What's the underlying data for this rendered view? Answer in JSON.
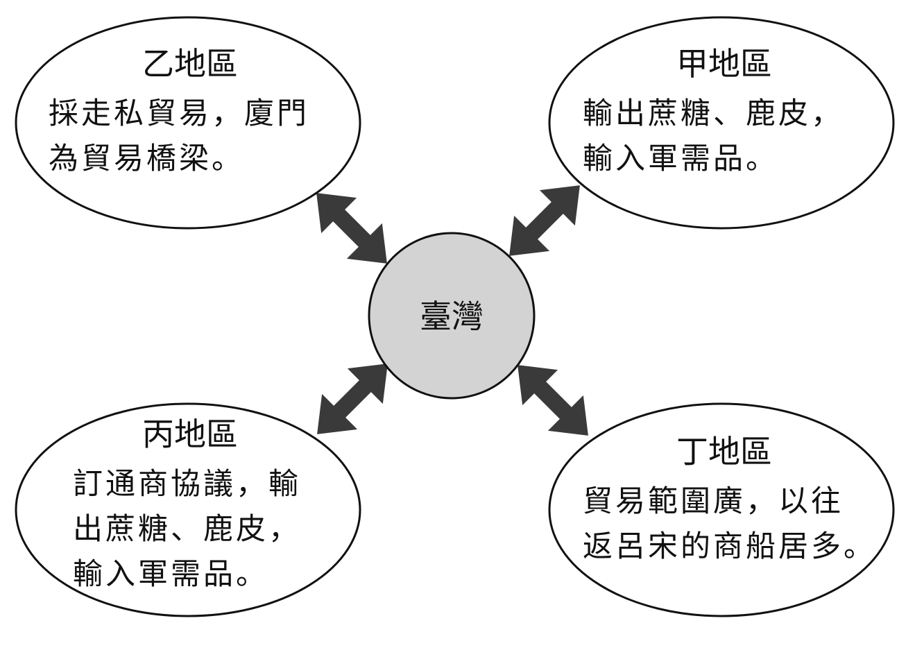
{
  "center": {
    "label": "臺灣",
    "fill": "#d3d3d3"
  },
  "arrow_color": "#3a3a3a",
  "regions": {
    "yi": {
      "title": "乙地區",
      "lines": [
        "採走私貿易，廈門",
        "為貿易橋梁。"
      ]
    },
    "jia": {
      "title": "甲地區",
      "lines": [
        "輸出蔗糖、鹿皮，",
        "輸入軍需品。"
      ]
    },
    "bing": {
      "title": "丙地區",
      "lines": [
        "訂通商協議，輸",
        "出蔗糖、鹿皮，",
        "輸入軍需品。"
      ]
    },
    "ding": {
      "title": "丁地區",
      "lines": [
        "貿易範圍廣，以往",
        "返呂宋的商船居多。"
      ]
    }
  }
}
